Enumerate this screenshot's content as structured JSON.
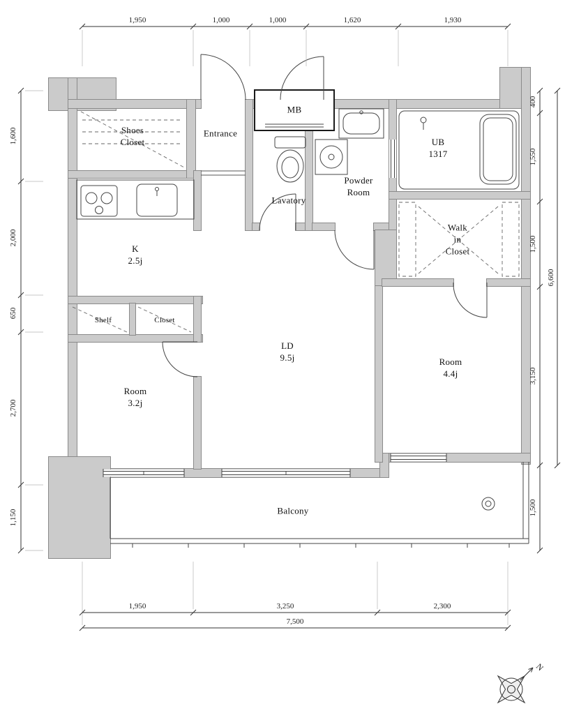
{
  "rooms": {
    "shoes_closet": {
      "label": "Shoes\nCloset"
    },
    "entrance": {
      "label": "Entrance"
    },
    "mb": {
      "label": "MB"
    },
    "lavatory": {
      "label": "Lavatory"
    },
    "powder_room": {
      "label": "Powder\nRoom"
    },
    "unit_bath": {
      "label": "UB\n1317"
    },
    "walk_in_closet": {
      "label": "Walk\nin\nCloset"
    },
    "kitchen": {
      "label": "K\n2.5j"
    },
    "shelf": {
      "label": "Shelf"
    },
    "closet": {
      "label": "Closet"
    },
    "living_dining": {
      "label": "LD\n9.5j"
    },
    "room_32": {
      "label": "Room\n3.2j"
    },
    "room_44": {
      "label": "Room\n4.4j"
    },
    "balcony": {
      "label": "Balcony"
    }
  },
  "dimensions": {
    "top": [
      "1,950",
      "1,000",
      "1,000",
      "1,620",
      "1,930"
    ],
    "left": [
      "1,600",
      "2,000",
      "650",
      "2,700",
      "1,150"
    ],
    "right_inner": [
      "400",
      "1,550",
      "1,500",
      "3,150",
      "1,500"
    ],
    "right_outer": "6,600",
    "bottom": [
      "1,950",
      "3,250",
      "2,300"
    ],
    "bottom_total": "7,500"
  },
  "compass": {
    "label": "N"
  }
}
